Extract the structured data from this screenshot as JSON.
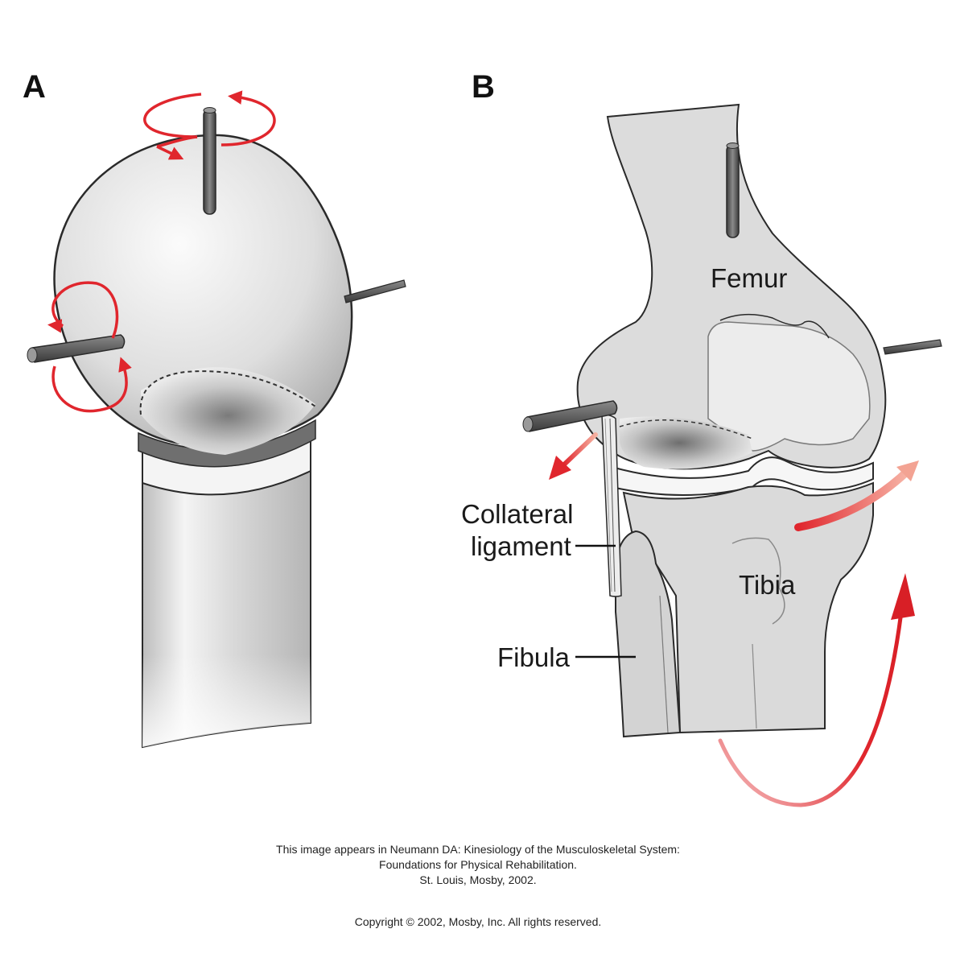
{
  "panels": {
    "a": {
      "letter": "A"
    },
    "b": {
      "letter": "B"
    }
  },
  "labels": {
    "femur": "Femur",
    "tibia": "Tibia",
    "collateral_line1": "Collateral",
    "collateral_line2": "ligament",
    "fibula": "Fibula"
  },
  "caption": {
    "line1": "This image appears in Neumann DA: Kinesiology of the Musculoskeletal System:",
    "line2": "Foundations for Physical Rehabilitation.",
    "line3": "St. Louis, Mosby, 2002.",
    "copyright": "Copyright © 2002, Mosby, Inc. All rights reserved."
  },
  "colors": {
    "arrow_red": "#e0262d",
    "bone_gray": "#dcdcdc",
    "pin_gray": "#5a5a5a",
    "outline": "#2a2a2a"
  }
}
